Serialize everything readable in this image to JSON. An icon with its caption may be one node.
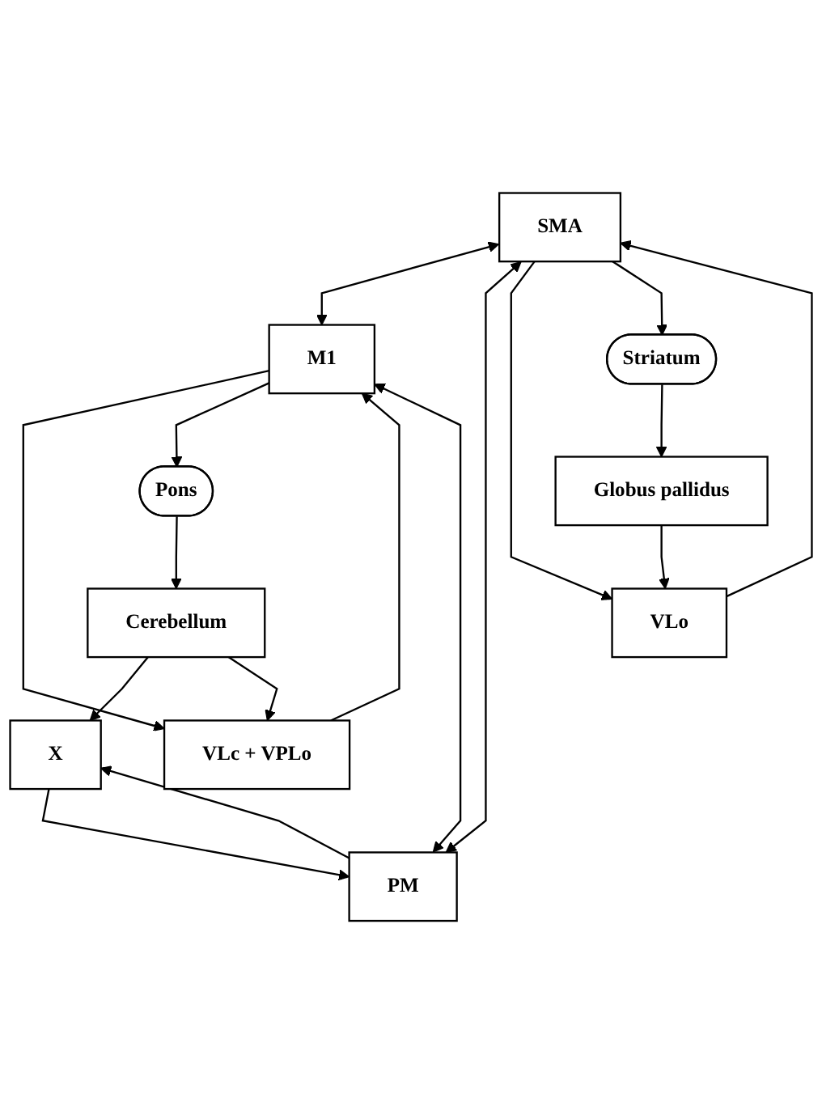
{
  "diagram": {
    "nodes": [
      {
        "text": [
          "SMA"
        ]
      },
      {
        "text": [
          "PM"
        ]
      },
      {
        "text": [
          "M1"
        ]
      },
      {
        "text": [
          "VLo"
        ]
      },
      {
        "text": [
          "X"
        ]
      },
      {
        "text": [
          "VLc + VPLo"
        ]
      },
      {
        "text": [
          "Striatum"
        ]
      },
      {
        "text": [
          "Pons"
        ]
      },
      {
        "text": [
          "Globus pallidus"
        ]
      },
      {
        "text": [
          "Cerebellum"
        ]
      }
    ],
    "edges": [
      {
        "from": 0,
        "to": 2,
        "arrow": "both"
      },
      {
        "from": 0,
        "to": 1,
        "arrow": "both"
      },
      {
        "from": 1,
        "to": 2,
        "arrow": "both"
      },
      {
        "from": 3,
        "to": 0,
        "arrow": "to"
      },
      {
        "from": 0,
        "to": 3,
        "arrow": "to"
      },
      {
        "from": 4,
        "to": 1,
        "arrow": "to"
      },
      {
        "from": 1,
        "to": 4,
        "arrow": "to"
      },
      {
        "from": 5,
        "to": 2,
        "arrow": "to"
      },
      {
        "from": 2,
        "to": 5,
        "arrow": "to"
      },
      {
        "from": 0,
        "to": 6,
        "arrow": "to"
      },
      {
        "from": 6,
        "to": 8,
        "arrow": "to"
      },
      {
        "from": 8,
        "to": 3,
        "arrow": "to"
      },
      {
        "from": 2,
        "to": 7,
        "arrow": "to"
      },
      {
        "from": 7,
        "to": 9,
        "arrow": "to"
      },
      {
        "from": 9,
        "to": 4,
        "arrow": "to"
      },
      {
        "from": 9,
        "to": 5,
        "arrow": "to"
      }
    ]
  }
}
